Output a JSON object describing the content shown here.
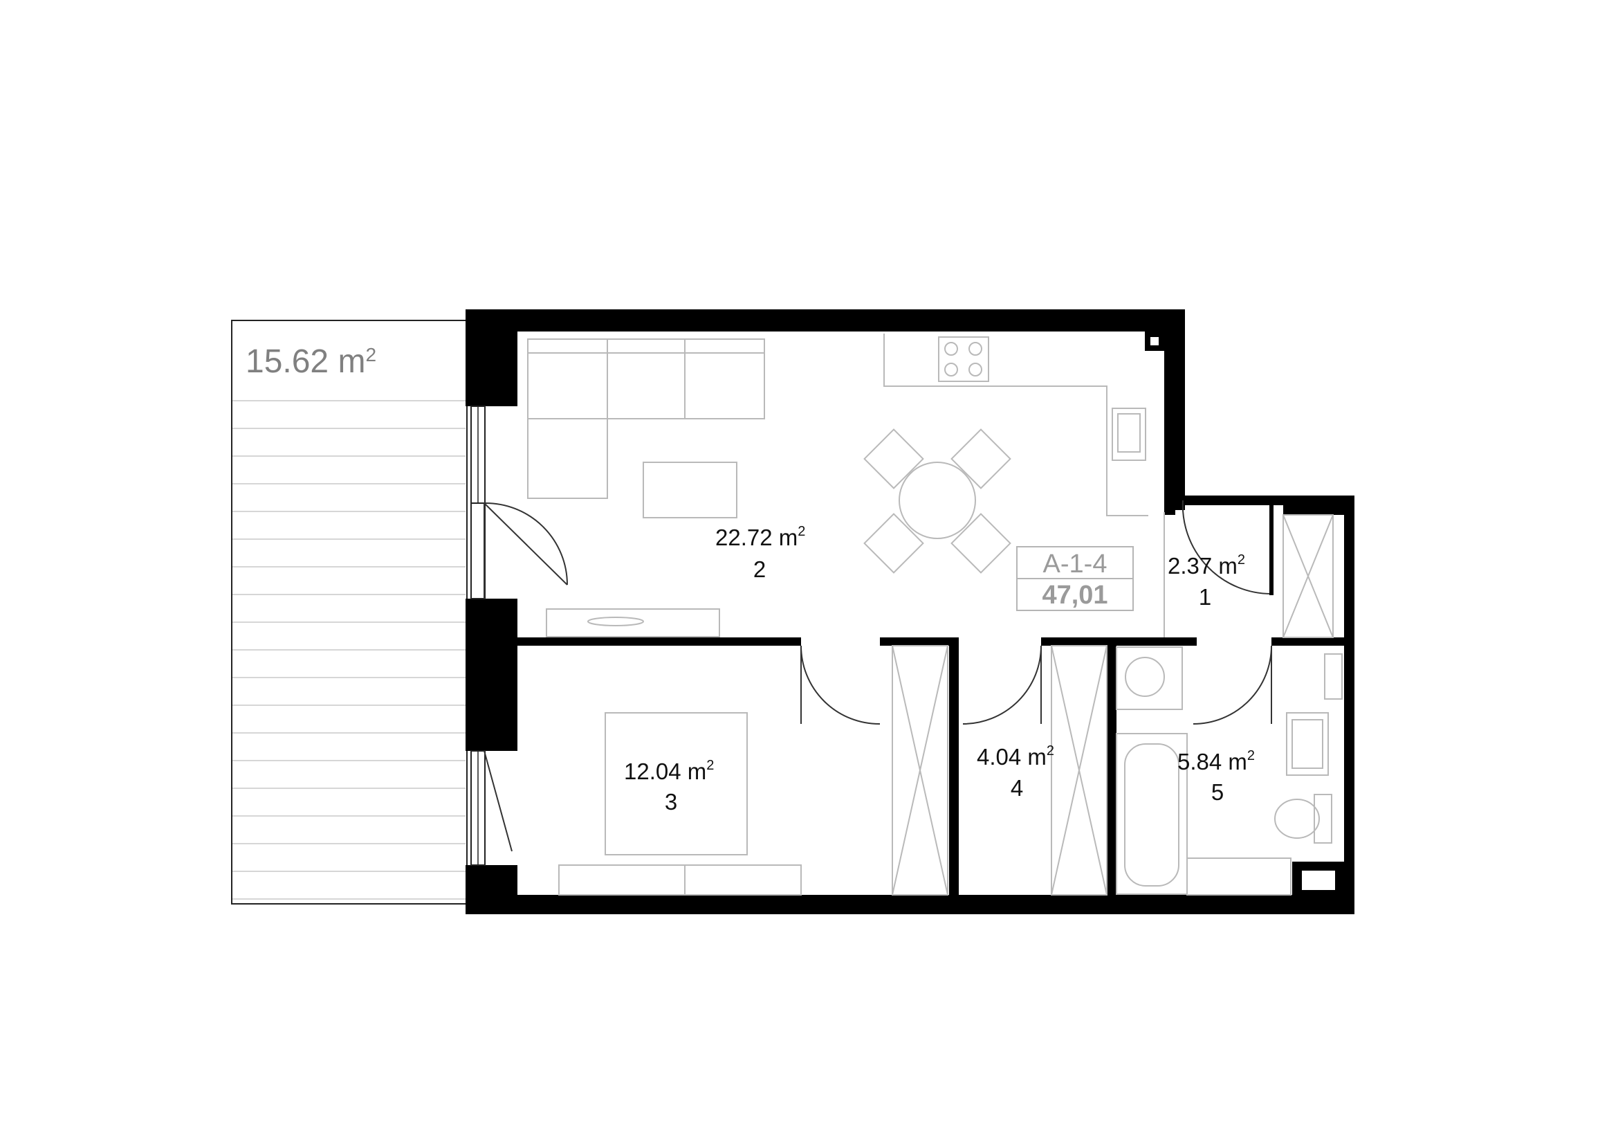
{
  "terrace": {
    "area": "15.62",
    "unit": "m",
    "exp": "2"
  },
  "unit_box": {
    "code": "A-1-4",
    "area": "47,01"
  },
  "rooms": [
    {
      "area": "22.72",
      "unit": "m",
      "exp": "2",
      "number": "2"
    },
    {
      "area": "2.37",
      "unit": "m",
      "exp": "2",
      "number": "1"
    },
    {
      "area": "12.04",
      "unit": "m",
      "exp": "2",
      "number": "3"
    },
    {
      "area": "4.04",
      "unit": "m",
      "exp": "2",
      "number": "4"
    },
    {
      "area": "5.84",
      "unit": "m",
      "exp": "2",
      "number": "5"
    }
  ],
  "colors": {
    "wall": "#000000",
    "label": "#111111",
    "muted": "#808080",
    "furniture": "#b9b9b9"
  }
}
